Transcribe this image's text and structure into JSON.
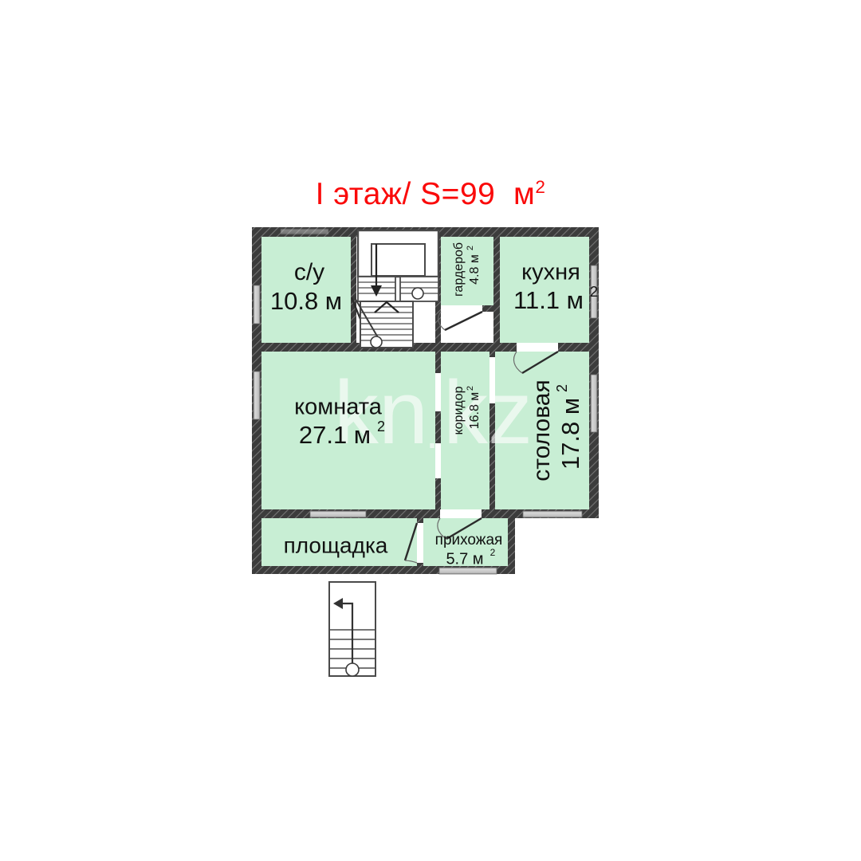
{
  "title": {
    "text": "I этаж/ S=99  м",
    "superscript": "2",
    "color": "#fa0a0a"
  },
  "watermark": {
    "text_left": "kn",
    "text_dot": ".",
    "text_right": "kz"
  },
  "palette": {
    "room_fill": "#c8eed4",
    "wall": "#3c3c3c",
    "wall_hatch": "#6e6e6e",
    "window": "#b7b7b7",
    "door_gap": "#ffffff",
    "line": "#2b2b2b",
    "background": "#ffffff",
    "title_red": "#fa0a0a"
  },
  "rooms": [
    {
      "id": "bathroom",
      "name": "с/у",
      "area": "10.8 м",
      "area_sup": "",
      "rotated": false,
      "name_size": 30,
      "area_size": 31
    },
    {
      "id": "wardrobe",
      "name": "гардероб",
      "area": "4.8 м",
      "area_sup": "2",
      "rotated": true,
      "name_size": 16,
      "area_size": 16
    },
    {
      "id": "kitchen",
      "name": "кухня",
      "area": "11.1 м",
      "area_sup": "2",
      "rotated": false,
      "name_size": 29,
      "area_size": 31
    },
    {
      "id": "living-room",
      "name": "комната",
      "area": "27.1 м",
      "area_sup": "2",
      "rotated": false,
      "name_size": 29,
      "area_size": 31
    },
    {
      "id": "corridor",
      "name": "коридор",
      "area": "16.8 м",
      "area_sup": "2",
      "rotated": true,
      "name_size": 16,
      "area_size": 16
    },
    {
      "id": "dining-room",
      "name": "столовая",
      "area": "17.8 м",
      "area_sup": "2",
      "rotated": true,
      "name_size": 30,
      "area_size": 31
    },
    {
      "id": "landing",
      "name": "площадка",
      "area": "",
      "area_sup": "",
      "rotated": false,
      "name_size": 28,
      "area_size": 0
    },
    {
      "id": "hallway",
      "name": "прихожая",
      "area": "5.7 м",
      "area_sup": "2",
      "rotated": false,
      "name_size": 19,
      "area_size": 20
    }
  ],
  "features": {
    "interior_staircase": "staircase-up",
    "exterior_staircase": "entrance-steps",
    "door_count": 6,
    "window_count": 8
  }
}
